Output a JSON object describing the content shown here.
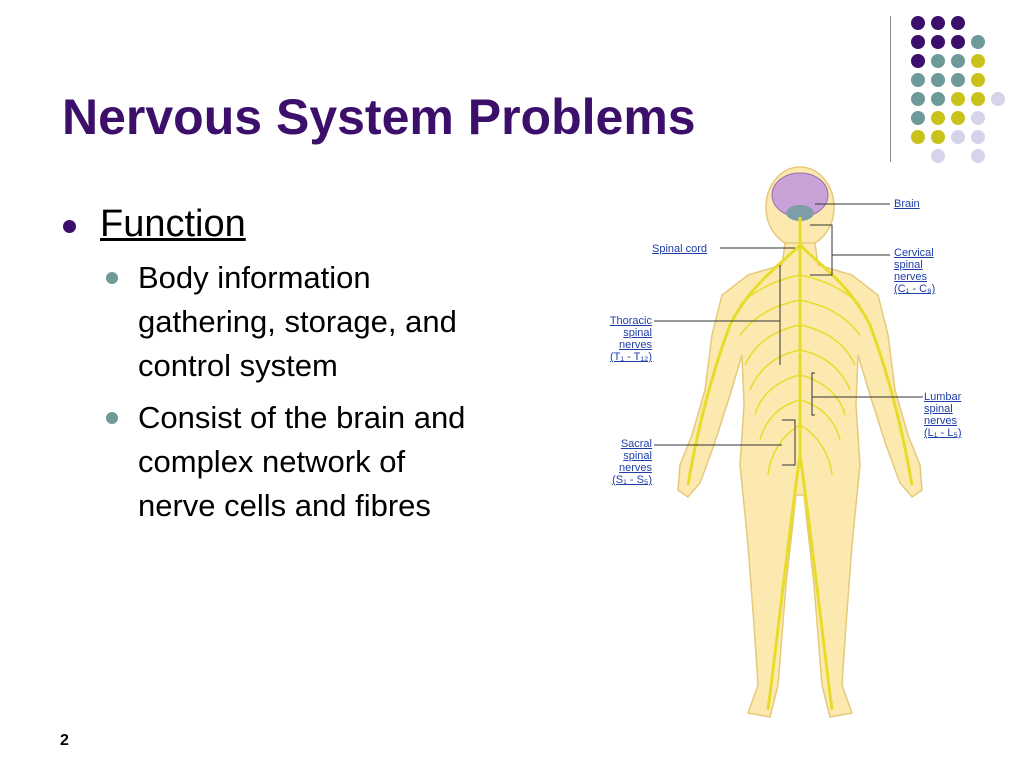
{
  "slide": {
    "title": "Nervous System Problems",
    "page_number": "2",
    "bullets": [
      {
        "text": "Function",
        "sub": [
          {
            "lines": [
              "Body information",
              "gathering, storage, and",
              "control system"
            ]
          },
          {
            "lines": [
              "Consist of the brain and",
              "complex network of",
              "nerve cells and fibres"
            ]
          }
        ]
      }
    ]
  },
  "figure": {
    "labels": {
      "brain": "Brain",
      "spinal_cord": "Spinal cord",
      "cervical": [
        "Cervical",
        "spinal",
        "nerves",
        "(C₁ - C₈)"
      ],
      "thoracic": [
        "Thoracic",
        "spinal",
        "nerves",
        "(T₁ - T₁₂)"
      ],
      "lumbar": [
        "Lumbar",
        "spinal",
        "nerves",
        "(L₁ - L₅)"
      ],
      "sacral": [
        "Sacral",
        "spinal",
        "nerves",
        "(S₁ - S₅)"
      ]
    },
    "colors": {
      "skin": "#fbe9b0",
      "nerve": "#e8dc2a",
      "brain": "#c9a2d8",
      "label": "#1f3fa8"
    }
  },
  "theme": {
    "title_color": "#3b0f6a",
    "dot_colors": {
      "purple": "#3b0f6a",
      "teal": "#6f9a9a",
      "olive": "#c9c21a",
      "lavender": "#d6d4ea"
    }
  }
}
